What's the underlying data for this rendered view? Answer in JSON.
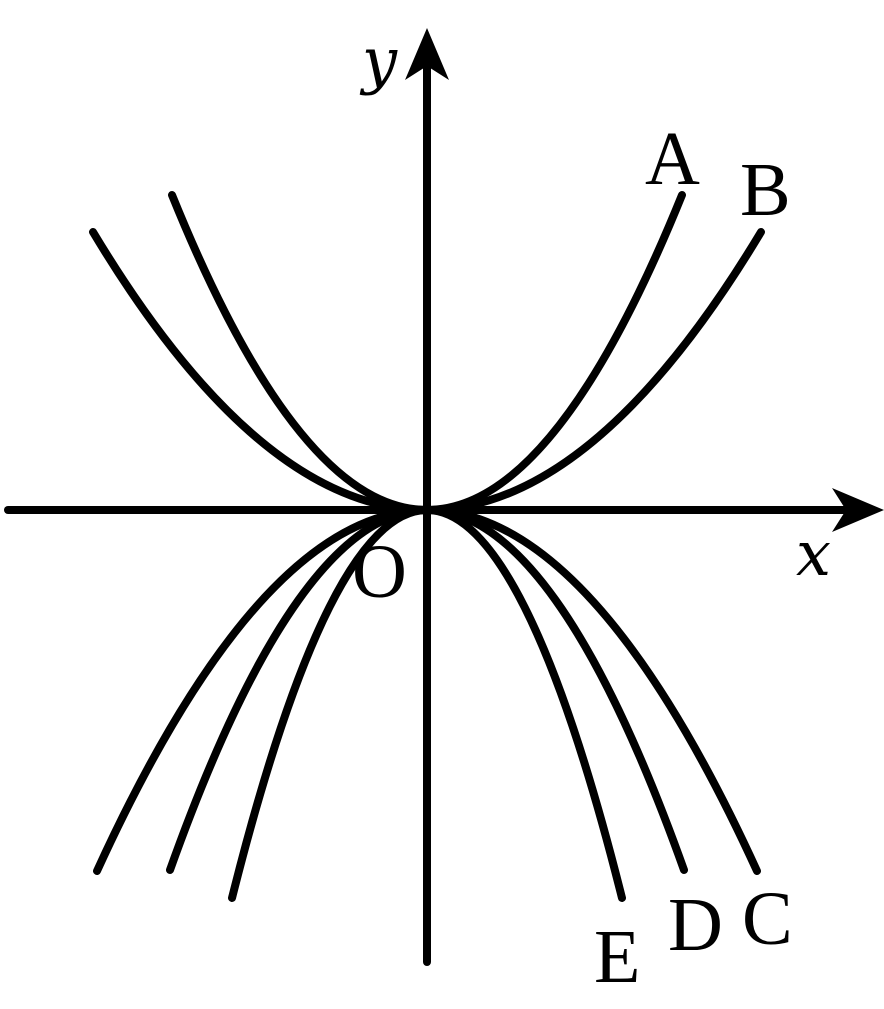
{
  "axes": {
    "x_label": "x",
    "y_label": "y",
    "origin_label": "O"
  },
  "curves": [
    {
      "label": "A"
    },
    {
      "label": "B"
    },
    {
      "label": "C"
    },
    {
      "label": "D"
    },
    {
      "label": "E"
    }
  ],
  "colors": {
    "ink": "#000000",
    "background": "#ffffff"
  }
}
